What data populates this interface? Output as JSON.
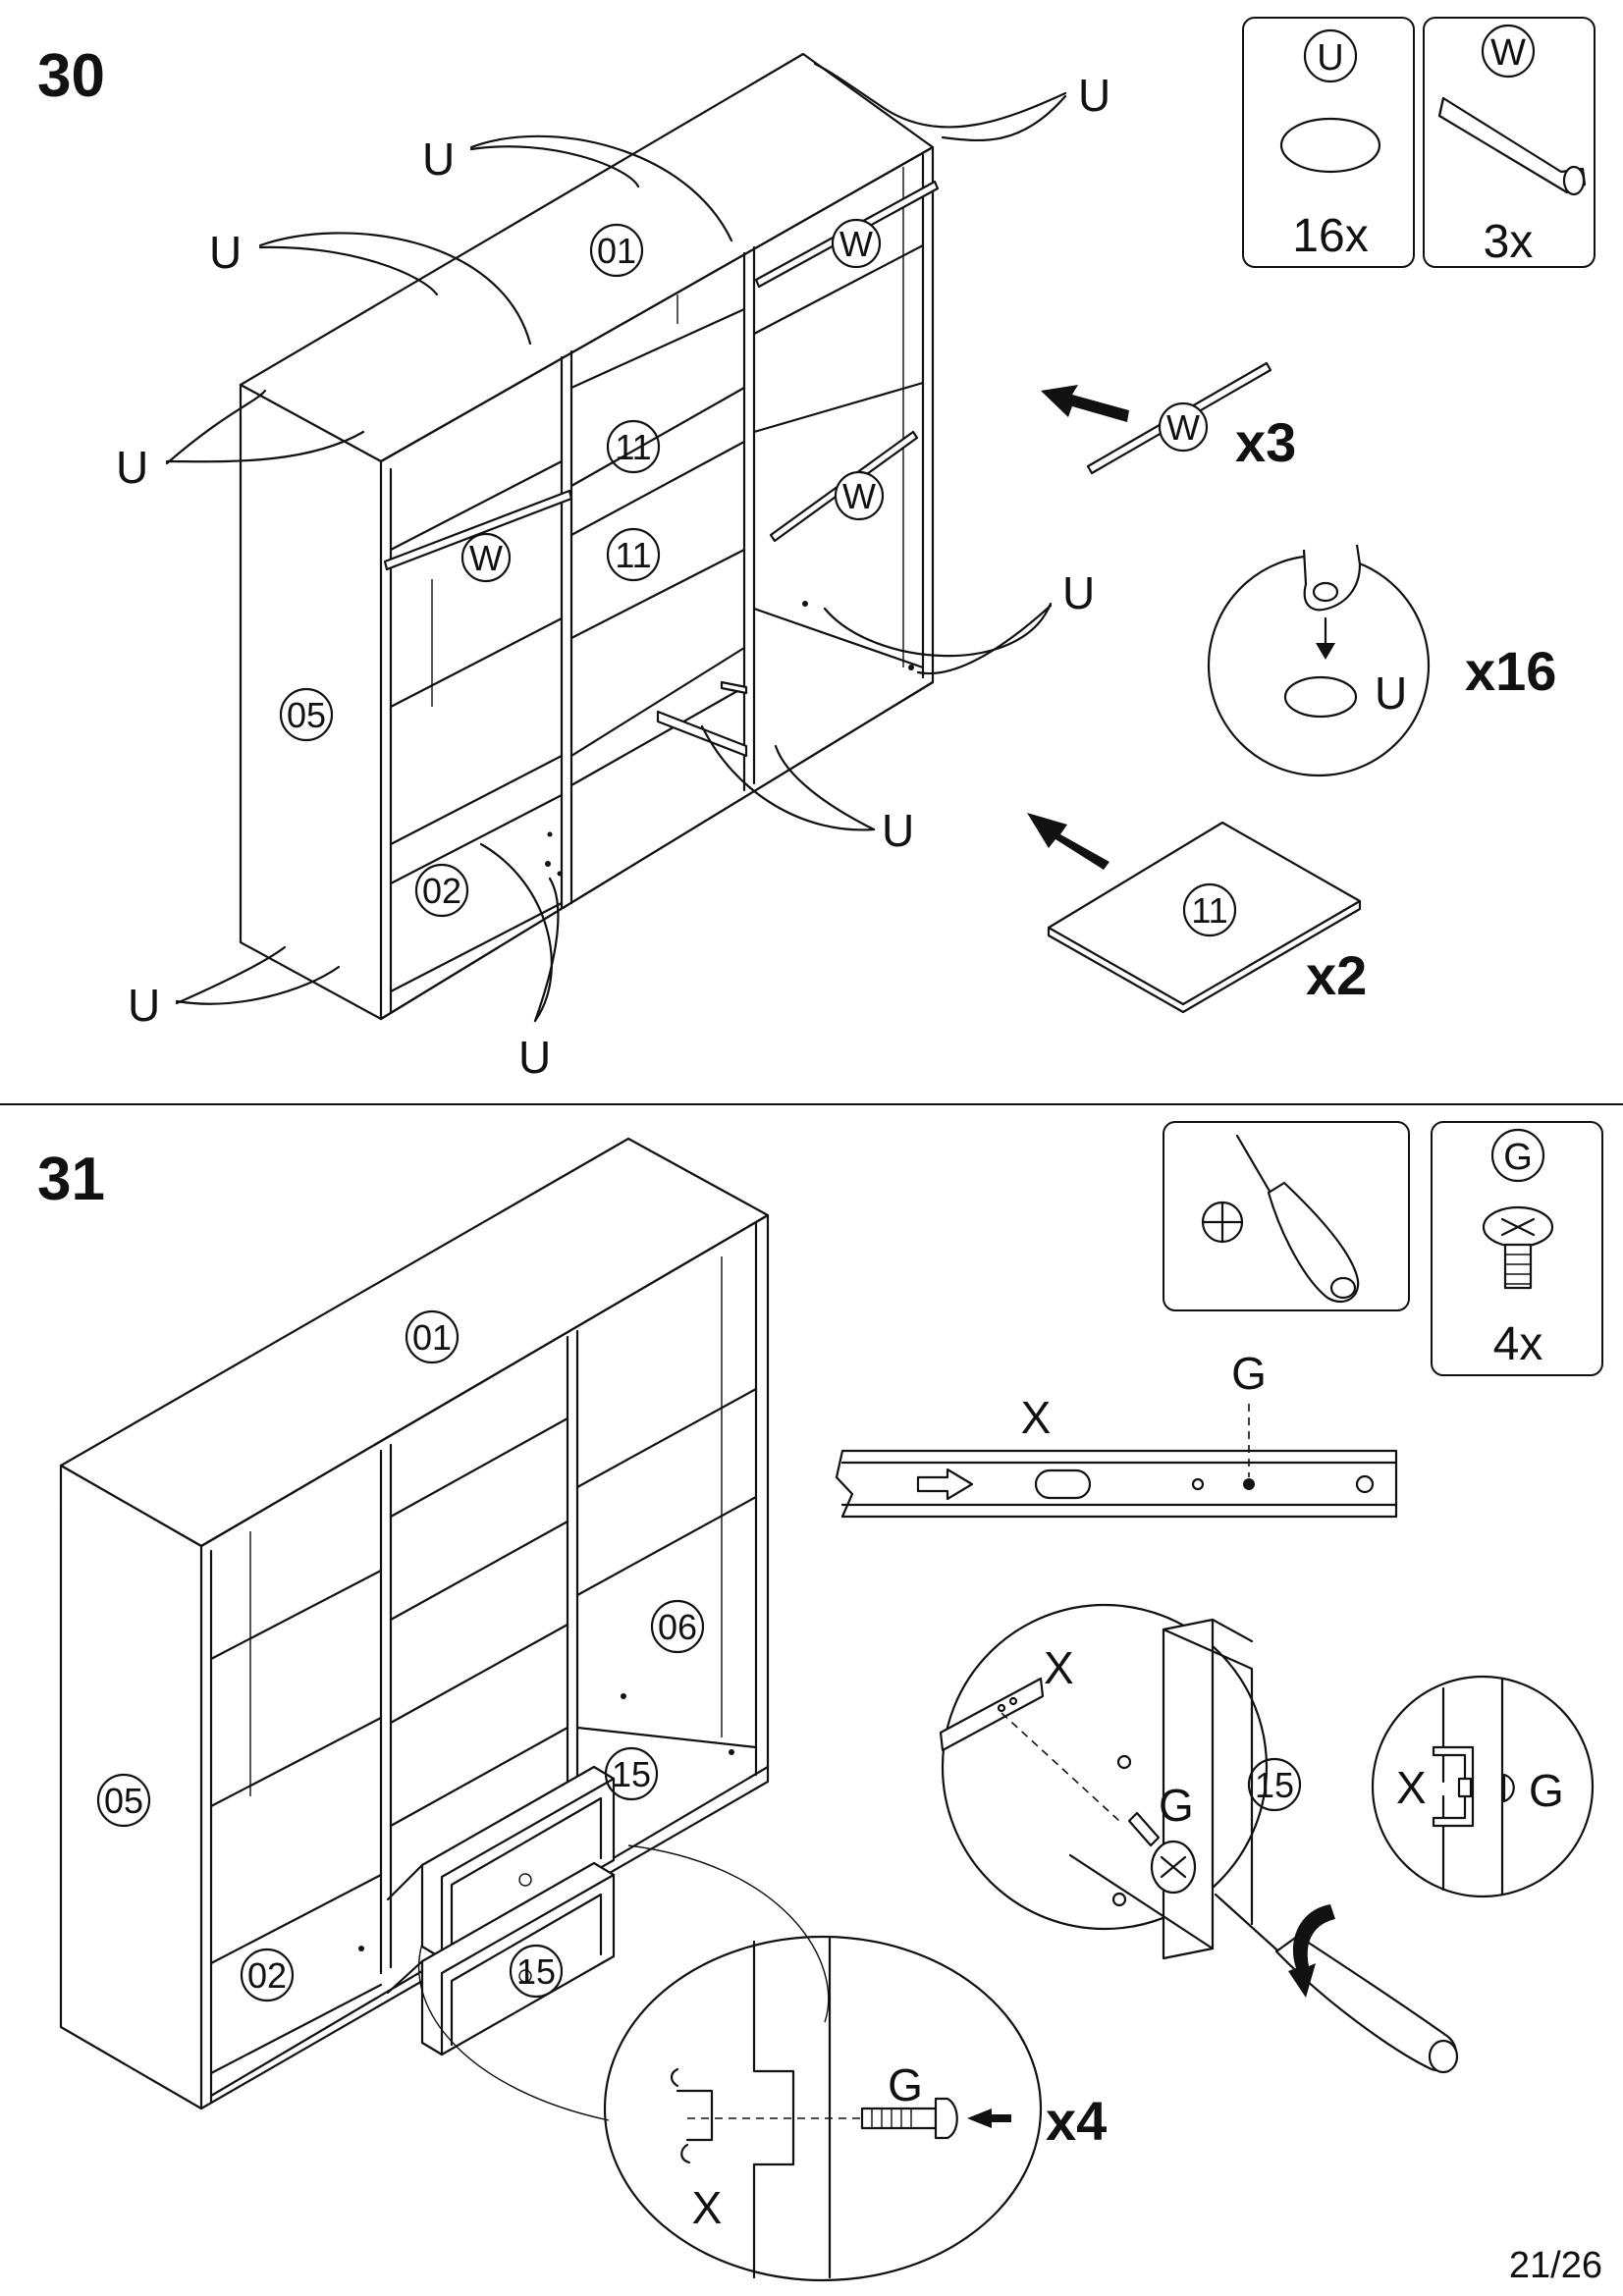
{
  "step30": {
    "number": "30",
    "legend": [
      {
        "letter": "U",
        "count": "16x"
      },
      {
        "letter": "W",
        "count": "3x"
      }
    ],
    "parts": [
      "01",
      "11",
      "11",
      "05",
      "02",
      "11"
    ],
    "callout_labels": [
      "U",
      "U",
      "U",
      "U",
      "U",
      "U",
      "U",
      "U"
    ],
    "rod_labels": [
      "W",
      "W",
      "W",
      "W"
    ],
    "quantities": {
      "rods": "x3",
      "caps": "x16",
      "shelves": "x2"
    },
    "detail_cap_label": "U"
  },
  "step31": {
    "number": "31",
    "legend": [
      {
        "letter": "G",
        "count": "4x"
      }
    ],
    "parts": [
      "01",
      "05",
      "06",
      "02",
      "15",
      "15"
    ],
    "rail_labels": {
      "rail": "X",
      "screw": "G"
    },
    "detail_labels": {
      "rail": "X",
      "screw": "G",
      "part": "15"
    },
    "side_detail_labels": {
      "rail": "X",
      "screw": "G"
    },
    "bottom_detail_labels": {
      "screw": "G",
      "rail": "X"
    },
    "quantity": "x4"
  },
  "page_number": "21/26"
}
